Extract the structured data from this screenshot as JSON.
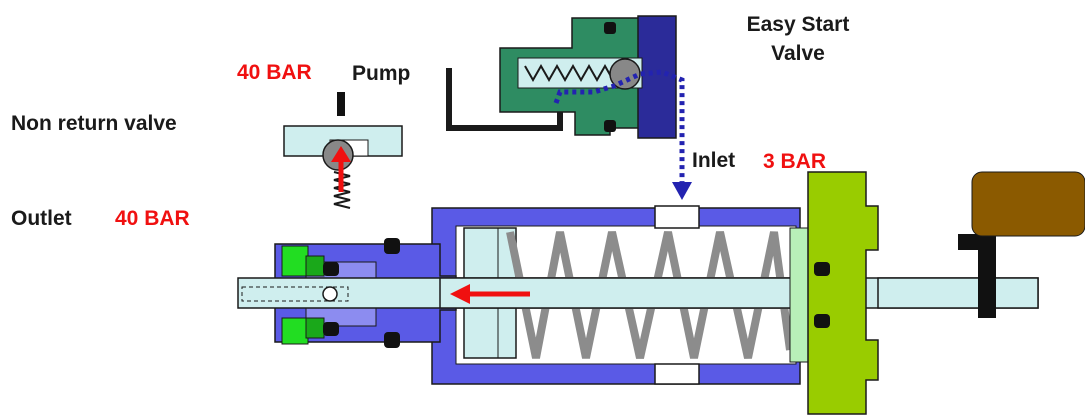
{
  "labels": {
    "pressure_pump": "40 BAR",
    "pump": "Pump",
    "easy_start_line1": "Easy Start",
    "easy_start_line2": "Valve",
    "non_return_valve": "Non return valve",
    "inlet": "Inlet",
    "pressure_inlet": "3 BAR",
    "outlet": "Outlet",
    "pressure_outlet": "40 BAR"
  },
  "colors": {
    "body_blue": "#5a5ae6",
    "valve_green": "#2e8c62",
    "dark_blue": "#2b2b99",
    "light_cyan": "#cfeeee",
    "lime_flange": "#99cc00",
    "handle_brown": "#8b5a00",
    "seal_green": "#22dd22",
    "spring_gray": "#8c8c8c",
    "arrow_red": "#f01010",
    "flow_blue": "#2323b0",
    "ball_gray": "#888888"
  }
}
